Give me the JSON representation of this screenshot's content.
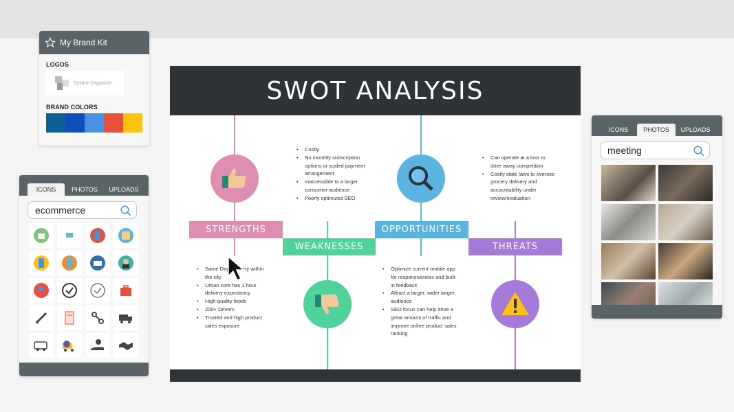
{
  "brand_kit": {
    "title": "My Brand Kit",
    "logos_label": "LOGOS",
    "logo_text": "System Organizer",
    "brand_colors_label": "BRAND COLORS",
    "colors": [
      "#0e5f96",
      "#0f4fbd",
      "#4a90e2",
      "#e8503a",
      "#ffc20e"
    ]
  },
  "icons_panel": {
    "tabs": [
      "ICONS",
      "PHOTOS",
      "UPLOADS"
    ],
    "active_tab": "ICONS",
    "search_value": "ecommerce",
    "icons": [
      "shopping-bag-icon",
      "online-store-icon",
      "mobile-shop-icon",
      "tablet-shop-icon",
      "phone-cart-icon",
      "mobile-app-icon",
      "card-payment-icon",
      "customer-icon",
      "warehouse-icon",
      "check-circle-icon",
      "check-badge-icon",
      "briefcase-icon",
      "sign-pen-icon",
      "receipt-icon",
      "delivery-route-icon",
      "delivery-truck-icon",
      "van-icon",
      "clock-truck-icon",
      "hand-money-icon",
      "handshake-icon"
    ]
  },
  "photos_panel": {
    "tabs": [
      "ICONS",
      "PHOTOS",
      "UPLOADS"
    ],
    "active_tab": "PHOTOS",
    "search_value": "meeting",
    "photos": [
      "meeting-photo-1",
      "meeting-photo-2",
      "meeting-photo-3",
      "meeting-photo-4",
      "meeting-photo-5",
      "meeting-photo-6",
      "meeting-photo-7",
      "meeting-photo-8"
    ]
  },
  "slide": {
    "title": "SWOT ANALYSIS",
    "colors": {
      "strengths": "#de8fb1",
      "weaknesses": "#4fd39a",
      "opportunities": "#5bb3e0",
      "threats": "#a67ad8",
      "dark": "#2f3237"
    },
    "strengths": {
      "label": "STRENGTHS",
      "items": [
        "Same Day Delivery within the city",
        "Urban core has 1 hour delivery expectancy",
        "High-quality foods",
        "200+ Drivers",
        "Trusted and high product sales exposure"
      ]
    },
    "weaknesses": {
      "label": "WEAKNESSES",
      "items": [
        "Costly",
        "No monthly subscription options or scaled payment arrangement",
        "Inaccessible to a larger consumer audience",
        "Poorly optimized SEO"
      ]
    },
    "opportunities": {
      "label": "OPPORTUNITIES",
      "items": [
        "Optimize current mobile app for responsiveness and built-in feedback",
        "Attract a larger, wider target audience",
        "SEO focus can help drive a great amount of traffic and improve online product sales ranking"
      ]
    },
    "threats": {
      "label": "THREATS",
      "items": [
        "Can operate at a loss to drive away competition",
        "Costly state laws to oversee grocery delivery and accountability under review/evaluation"
      ]
    }
  }
}
